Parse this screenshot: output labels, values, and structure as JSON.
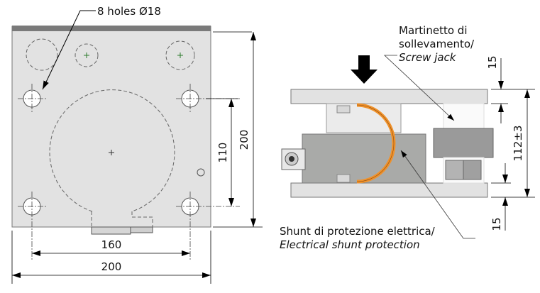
{
  "top_view": {
    "holes_label": "8 holes Ø18",
    "dim_width_holes": "160",
    "dim_width_plate": "200",
    "dim_height_holes": "110",
    "dim_height_plate": "200"
  },
  "side_view": {
    "screw_jack_label_line1": "Martinetto di",
    "screw_jack_label_line2": "sollevamento/",
    "screw_jack_label_line3": "Screw jack",
    "shunt_label_line1": "Shunt di protezione elettrica/",
    "shunt_label_line2": "Electrical shunt protection",
    "dim_top_plate": "15",
    "dim_total_height": "112±3",
    "dim_bottom_plate": "15"
  },
  "colors": {
    "plate": "#e2e2e2",
    "shunt": "#f0922b",
    "body": "#a9a9a9"
  }
}
